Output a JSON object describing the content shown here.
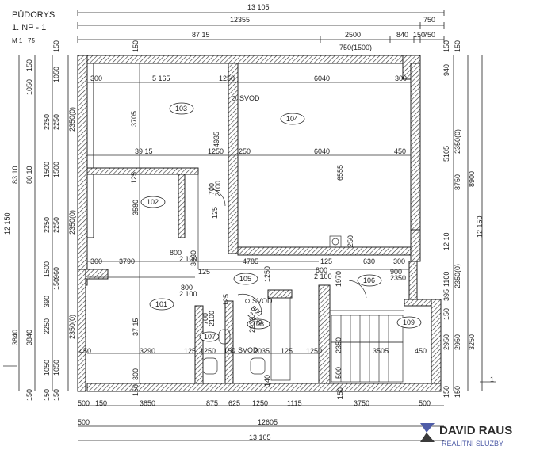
{
  "title": {
    "name": "PŮDORYS",
    "floor": "1. NP - 1",
    "scale": "M 1 : 75"
  },
  "logo": {
    "brand": "DAVID RAUS",
    "tagline": "REALITNÍ SLUŽBY"
  },
  "rooms": [
    {
      "id": "103",
      "label": "103"
    },
    {
      "id": "104",
      "label": "104"
    },
    {
      "id": "102",
      "label": "102"
    },
    {
      "id": "105",
      "label": "105"
    },
    {
      "id": "106",
      "label": "106"
    },
    {
      "id": "101",
      "label": "101"
    },
    {
      "id": "107",
      "label": "107"
    },
    {
      "id": "108",
      "label": "108"
    },
    {
      "id": "109",
      "label": "109"
    }
  ],
  "dims_top": {
    "total": "13 105",
    "row2_a": "12355",
    "row2_b": "750",
    "row3_a": "87 15",
    "row3_b": "2500",
    "row3_c": "840",
    "row3_d": "150",
    "row3_e": "750",
    "opening": "750(1500)"
  },
  "dims_bottom": {
    "b1": "500",
    "b2": "150",
    "b3": "3850",
    "b4": "875",
    "b5": "625",
    "b6": "1250",
    "b7": "1115",
    "b8": "3750",
    "b9": "500",
    "sub_a": "500",
    "sub_b": "12605",
    "total": "13 105"
  },
  "dims_left": {
    "o1": "12 150",
    "o2": "83 10",
    "o3": "80 10",
    "o4": "3840",
    "o5": "3840",
    "a1": "150",
    "a2": "1050",
    "a3": "2250",
    "a4": "1500",
    "a5": "2250",
    "a6": "1500",
    "a7": "390",
    "a8": "2250",
    "a9": "1050",
    "a10": "150",
    "b1": "150",
    "b2": "1050",
    "b3": "2250",
    "b4": "1500",
    "b5": "2250",
    "b6": "960",
    "b7": "150",
    "b8": "2350(0)",
    "b9": "2350(0)",
    "b10": "2350(0)",
    "b11": "1050",
    "b12": "150",
    "b13": "150"
  },
  "dims_right": {
    "r1": "940",
    "r2": "5105",
    "r3": "8750",
    "r4": "2350(0)",
    "r5": "8900",
    "r6": "12 150",
    "r7": "12 10",
    "r8": "1100",
    "r9": "2350(0)",
    "r10": "395",
    "r11": "150",
    "r12": "2950",
    "r13": "2950",
    "r14": "3250",
    "r15": "150",
    "r16": "150",
    "r17": "150",
    "r18": "150"
  },
  "inner_dims": {
    "d300a": "300",
    "d5165": "5 165",
    "d1250a": "1250",
    "d6040a": "6040",
    "d300b": "300",
    "d3705": "3705",
    "d4935": "4935",
    "d3915": "39 15",
    "d1250b": "1250",
    "d250": "250",
    "d6040b": "6040",
    "d450a": "450",
    "d6555": "6555",
    "d3580": "3580",
    "d125a": "125",
    "d125b": "125",
    "d3630": "3630",
    "d300c": "300",
    "d3790": "3790",
    "d4785": "4785",
    "d250b": "250",
    "d125c": "125",
    "d630": "630",
    "d300d": "300",
    "d125e": "125",
    "d1250c": "1250",
    "d1970": "1970",
    "d3715": "37 15",
    "d450b": "450",
    "d3290": "3290",
    "d125f": "125",
    "d1250d": "1250",
    "d150": "150",
    "d2035": "2035",
    "d125g": "125",
    "d1250e": "1250",
    "d2350": "2350",
    "d3505": "3505",
    "d450c": "450",
    "d2930": "2930",
    "d300e": "300",
    "d140": "140",
    "d500": "500",
    "d125h": "125",
    "d150b": "150",
    "d150c": "150",
    "d150d": "150"
  },
  "doors": {
    "d800a": "800",
    "d2100a": "2 100",
    "d800b": "800",
    "d2100b": "2 100",
    "d700a": "700",
    "d2100c": "2100",
    "d800c": "800",
    "d2100d": "2 100",
    "d900": "900",
    "d2350": "2350",
    "d700b": "700",
    "d2100e": "2100",
    "d800d": "800",
    "d2100f": "2100"
  },
  "svod": {
    "s1": "SVOD",
    "s2": "SVOD",
    "s3": "SVOD"
  },
  "marker": "1"
}
